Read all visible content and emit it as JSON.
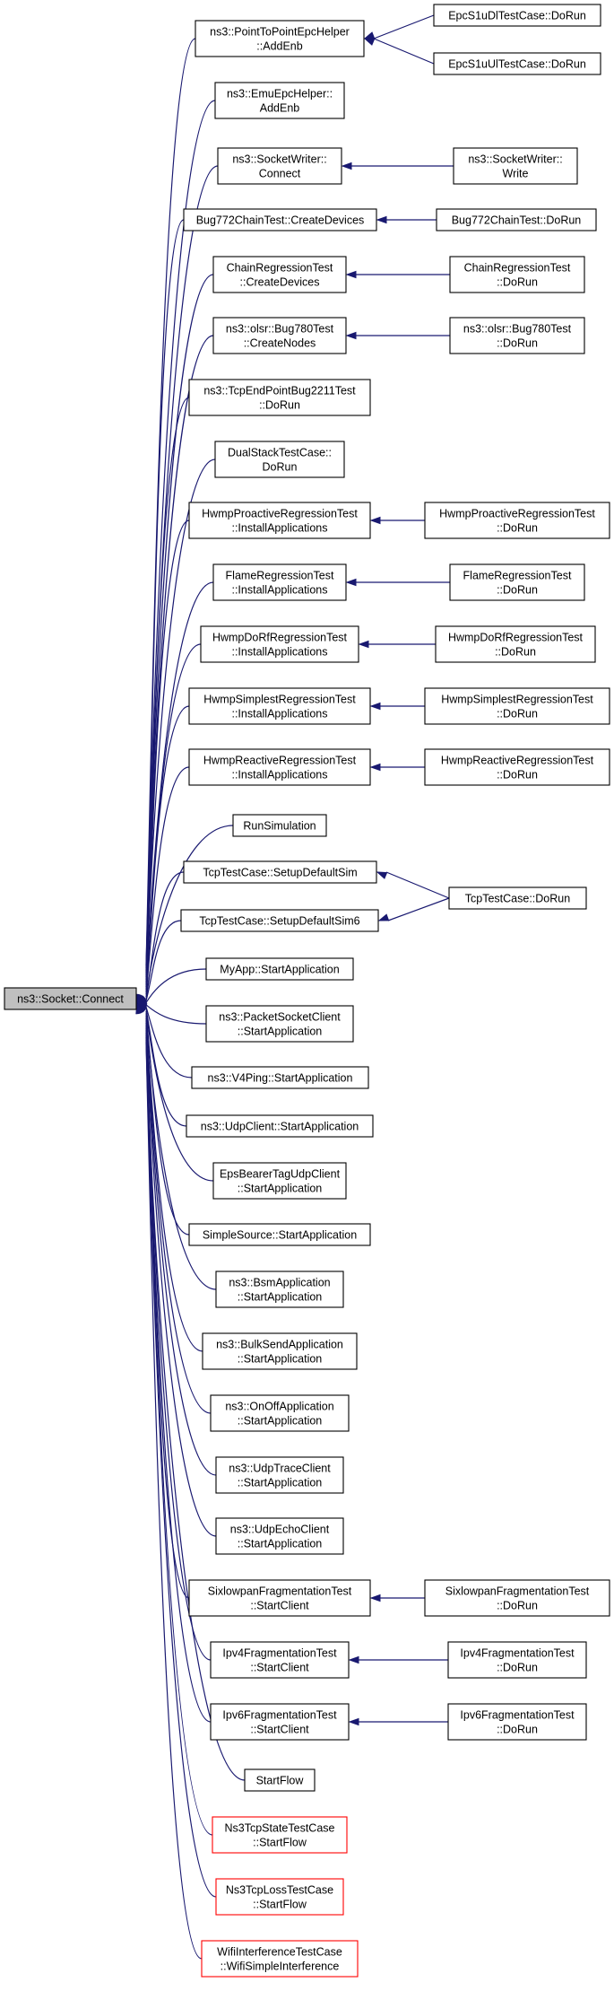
{
  "diagram": {
    "root": {
      "id": "root",
      "lines": [
        "ns3::Socket::Connect"
      ]
    },
    "callers": [
      {
        "id": "c1",
        "lines": [
          "ns3::PointToPointEpcHelper",
          "::AddEnb"
        ]
      },
      {
        "id": "c2",
        "lines": [
          "ns3::EmuEpcHelper::",
          "AddEnb"
        ]
      },
      {
        "id": "c3",
        "lines": [
          "ns3::SocketWriter::",
          "Connect"
        ]
      },
      {
        "id": "c4",
        "lines": [
          "Bug772ChainTest::CreateDevices"
        ]
      },
      {
        "id": "c5",
        "lines": [
          "ChainRegressionTest",
          "::CreateDevices"
        ]
      },
      {
        "id": "c6",
        "lines": [
          "ns3::olsr::Bug780Test",
          "::CreateNodes"
        ]
      },
      {
        "id": "c7",
        "lines": [
          "ns3::TcpEndPointBug2211Test",
          "::DoRun"
        ]
      },
      {
        "id": "c8",
        "lines": [
          "DualStackTestCase::",
          "DoRun"
        ]
      },
      {
        "id": "c9",
        "lines": [
          "HwmpProactiveRegressionTest",
          "::InstallApplications"
        ]
      },
      {
        "id": "c10",
        "lines": [
          "FlameRegressionTest",
          "::InstallApplications"
        ]
      },
      {
        "id": "c11",
        "lines": [
          "HwmpDoRfRegressionTest",
          "::InstallApplications"
        ]
      },
      {
        "id": "c12",
        "lines": [
          "HwmpSimplestRegressionTest",
          "::InstallApplications"
        ]
      },
      {
        "id": "c13",
        "lines": [
          "HwmpReactiveRegressionTest",
          "::InstallApplications"
        ]
      },
      {
        "id": "c14",
        "lines": [
          "RunSimulation"
        ]
      },
      {
        "id": "c15",
        "lines": [
          "TcpTestCase::SetupDefaultSim"
        ]
      },
      {
        "id": "c16",
        "lines": [
          "TcpTestCase::SetupDefaultSim6"
        ]
      },
      {
        "id": "c17",
        "lines": [
          "MyApp::StartApplication"
        ]
      },
      {
        "id": "c18",
        "lines": [
          "ns3::PacketSocketClient",
          "::StartApplication"
        ]
      },
      {
        "id": "c19",
        "lines": [
          "ns3::V4Ping::StartApplication"
        ]
      },
      {
        "id": "c20",
        "lines": [
          "ns3::UdpClient::StartApplication"
        ]
      },
      {
        "id": "c21",
        "lines": [
          "EpsBearerTagUdpClient",
          "::StartApplication"
        ]
      },
      {
        "id": "c22",
        "lines": [
          "SimpleSource::StartApplication"
        ]
      },
      {
        "id": "c23",
        "lines": [
          "ns3::BsmApplication",
          "::StartApplication"
        ]
      },
      {
        "id": "c24",
        "lines": [
          "ns3::BulkSendApplication",
          "::StartApplication"
        ]
      },
      {
        "id": "c25",
        "lines": [
          "ns3::OnOffApplication",
          "::StartApplication"
        ]
      },
      {
        "id": "c26",
        "lines": [
          "ns3::UdpTraceClient",
          "::StartApplication"
        ]
      },
      {
        "id": "c27",
        "lines": [
          "ns3::UdpEchoClient",
          "::StartApplication"
        ]
      },
      {
        "id": "c28",
        "lines": [
          "SixlowpanFragmentationTest",
          "::StartClient"
        ]
      },
      {
        "id": "c29",
        "lines": [
          "Ipv4FragmentationTest",
          "::StartClient"
        ]
      },
      {
        "id": "c30",
        "lines": [
          "Ipv6FragmentationTest",
          "::StartClient"
        ]
      },
      {
        "id": "c31",
        "lines": [
          "StartFlow"
        ]
      },
      {
        "id": "c32",
        "lines": [
          "Ns3TcpStateTestCase",
          "::StartFlow"
        ]
      },
      {
        "id": "c33",
        "lines": [
          "Ns3TcpLossTestCase",
          "::StartFlow"
        ]
      },
      {
        "id": "c34",
        "lines": [
          "WifiInterferenceTestCase",
          "::WifiSimpleInterference"
        ]
      }
    ],
    "second_level": [
      {
        "id": "d1",
        "lines": [
          "EpcS1uDlTestCase::DoRun"
        ]
      },
      {
        "id": "d2",
        "lines": [
          "EpcS1uUlTestCase::DoRun"
        ]
      },
      {
        "id": "d3",
        "lines": [
          "ns3::SocketWriter::",
          "Write"
        ]
      },
      {
        "id": "d4",
        "lines": [
          "Bug772ChainTest::DoRun"
        ]
      },
      {
        "id": "d5",
        "lines": [
          "ChainRegressionTest",
          "::DoRun"
        ]
      },
      {
        "id": "d6",
        "lines": [
          "ns3::olsr::Bug780Test",
          "::DoRun"
        ]
      },
      {
        "id": "d9",
        "lines": [
          "HwmpProactiveRegressionTest",
          "::DoRun"
        ]
      },
      {
        "id": "d10",
        "lines": [
          "FlameRegressionTest",
          "::DoRun"
        ]
      },
      {
        "id": "d11",
        "lines": [
          "HwmpDoRfRegressionTest",
          "::DoRun"
        ]
      },
      {
        "id": "d12",
        "lines": [
          "HwmpSimplestRegressionTest",
          "::DoRun"
        ]
      },
      {
        "id": "d13",
        "lines": [
          "HwmpReactiveRegressionTest",
          "::DoRun"
        ]
      },
      {
        "id": "d15",
        "lines": [
          "TcpTestCase::DoRun"
        ]
      },
      {
        "id": "d28",
        "lines": [
          "SixlowpanFragmentationTest",
          "::DoRun"
        ]
      },
      {
        "id": "d29",
        "lines": [
          "Ipv4FragmentationTest",
          "::DoRun"
        ]
      },
      {
        "id": "d30",
        "lines": [
          "Ipv6FragmentationTest",
          "::DoRun"
        ]
      }
    ],
    "edges": [
      {
        "from": "c1",
        "to": "root"
      },
      {
        "from": "c2",
        "to": "root"
      },
      {
        "from": "c3",
        "to": "root"
      },
      {
        "from": "c4",
        "to": "root"
      },
      {
        "from": "c5",
        "to": "root"
      },
      {
        "from": "c6",
        "to": "root"
      },
      {
        "from": "c7",
        "to": "root"
      },
      {
        "from": "c8",
        "to": "root"
      },
      {
        "from": "c9",
        "to": "root"
      },
      {
        "from": "c10",
        "to": "root"
      },
      {
        "from": "c11",
        "to": "root"
      },
      {
        "from": "c12",
        "to": "root"
      },
      {
        "from": "c13",
        "to": "root"
      },
      {
        "from": "c14",
        "to": "root"
      },
      {
        "from": "c15",
        "to": "root"
      },
      {
        "from": "c16",
        "to": "root"
      },
      {
        "from": "c17",
        "to": "root"
      },
      {
        "from": "c18",
        "to": "root"
      },
      {
        "from": "c19",
        "to": "root"
      },
      {
        "from": "c20",
        "to": "root"
      },
      {
        "from": "c21",
        "to": "root"
      },
      {
        "from": "c22",
        "to": "root"
      },
      {
        "from": "c23",
        "to": "root"
      },
      {
        "from": "c24",
        "to": "root"
      },
      {
        "from": "c25",
        "to": "root"
      },
      {
        "from": "c26",
        "to": "root"
      },
      {
        "from": "c27",
        "to": "root"
      },
      {
        "from": "c28",
        "to": "root"
      },
      {
        "from": "c29",
        "to": "root"
      },
      {
        "from": "c30",
        "to": "root"
      },
      {
        "from": "c31",
        "to": "root"
      },
      {
        "from": "c32",
        "to": "root"
      },
      {
        "from": "c33",
        "to": "root"
      },
      {
        "from": "c34",
        "to": "root"
      },
      {
        "from": "d1",
        "to": "c1"
      },
      {
        "from": "d2",
        "to": "c1"
      },
      {
        "from": "d3",
        "to": "c3"
      },
      {
        "from": "d4",
        "to": "c4"
      },
      {
        "from": "d5",
        "to": "c5"
      },
      {
        "from": "d6",
        "to": "c6"
      },
      {
        "from": "d9",
        "to": "c9"
      },
      {
        "from": "d10",
        "to": "c10"
      },
      {
        "from": "d11",
        "to": "c11"
      },
      {
        "from": "d12",
        "to": "c12"
      },
      {
        "from": "d13",
        "to": "c13"
      },
      {
        "from": "d15",
        "to": "c15"
      },
      {
        "from": "d15",
        "to": "c16"
      },
      {
        "from": "d28",
        "to": "c28"
      },
      {
        "from": "d29",
        "to": "c29"
      },
      {
        "from": "d30",
        "to": "c30"
      }
    ],
    "truncated_nodes": [
      "c32",
      "c33",
      "c34"
    ],
    "colors": {
      "edge": "#191970",
      "node_border": "#000000",
      "truncated_border": "#ff0000",
      "root_fill": "#bfbfbf",
      "node_fill": "#ffffff"
    }
  }
}
